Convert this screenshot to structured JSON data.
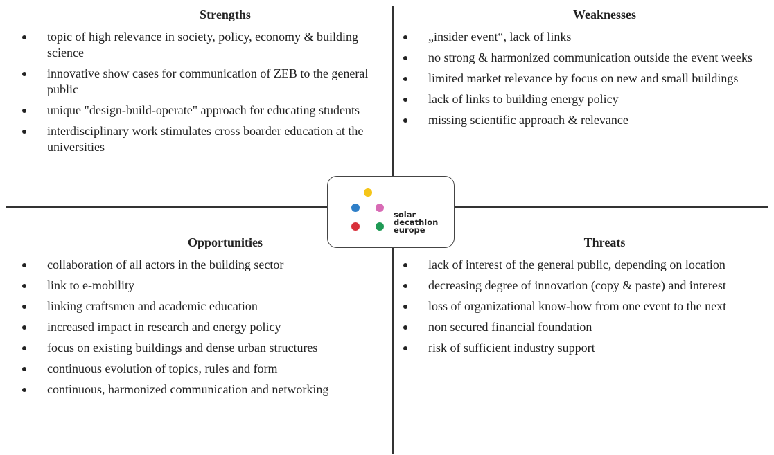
{
  "swot": {
    "strengths": {
      "title": "Strengths",
      "items": [
        "topic of high relevance in society, policy, economy  & building science",
        "innovative show cases for communication of ZEB to the general public",
        "unique \"design-build-operate\" approach for educating students",
        "interdisciplinary work stimulates cross boarder education at the universities"
      ]
    },
    "weaknesses": {
      "title": "Weaknesses",
      "items": [
        "„insider event“, lack of links",
        "no strong & harmonized communication outside the event weeks",
        "limited market relevance by focus on new and small buildings",
        "lack of links to building energy policy",
        "missing scientific approach & relevance"
      ]
    },
    "opportunities": {
      "title": "Opportunities",
      "items": [
        "collaboration of all actors in the building sector",
        "link to e-mobility",
        "linking craftsmen and academic education",
        "increased impact in research and energy policy",
        "focus on existing buildings and dense urban structures",
        "continuous evolution of topics, rules and form",
        "continuous, harmonized communication and networking"
      ]
    },
    "threats": {
      "title": "Threats",
      "items": [
        "lack of interest of the general public, depending on location",
        "decreasing degree of innovation (copy & paste) and interest",
        "loss of organizational know-how from one event to the next",
        "non secured financial foundation",
        "risk of sufficient industry support"
      ]
    }
  },
  "logo": {
    "line1": "solar",
    "line2": "decathlon",
    "line3": "europe",
    "dot_colors": {
      "yellow": "#f5c518",
      "blue": "#2f7fc8",
      "magenta": "#d86bb5",
      "red": "#d8303a",
      "green": "#1f9a55"
    }
  }
}
